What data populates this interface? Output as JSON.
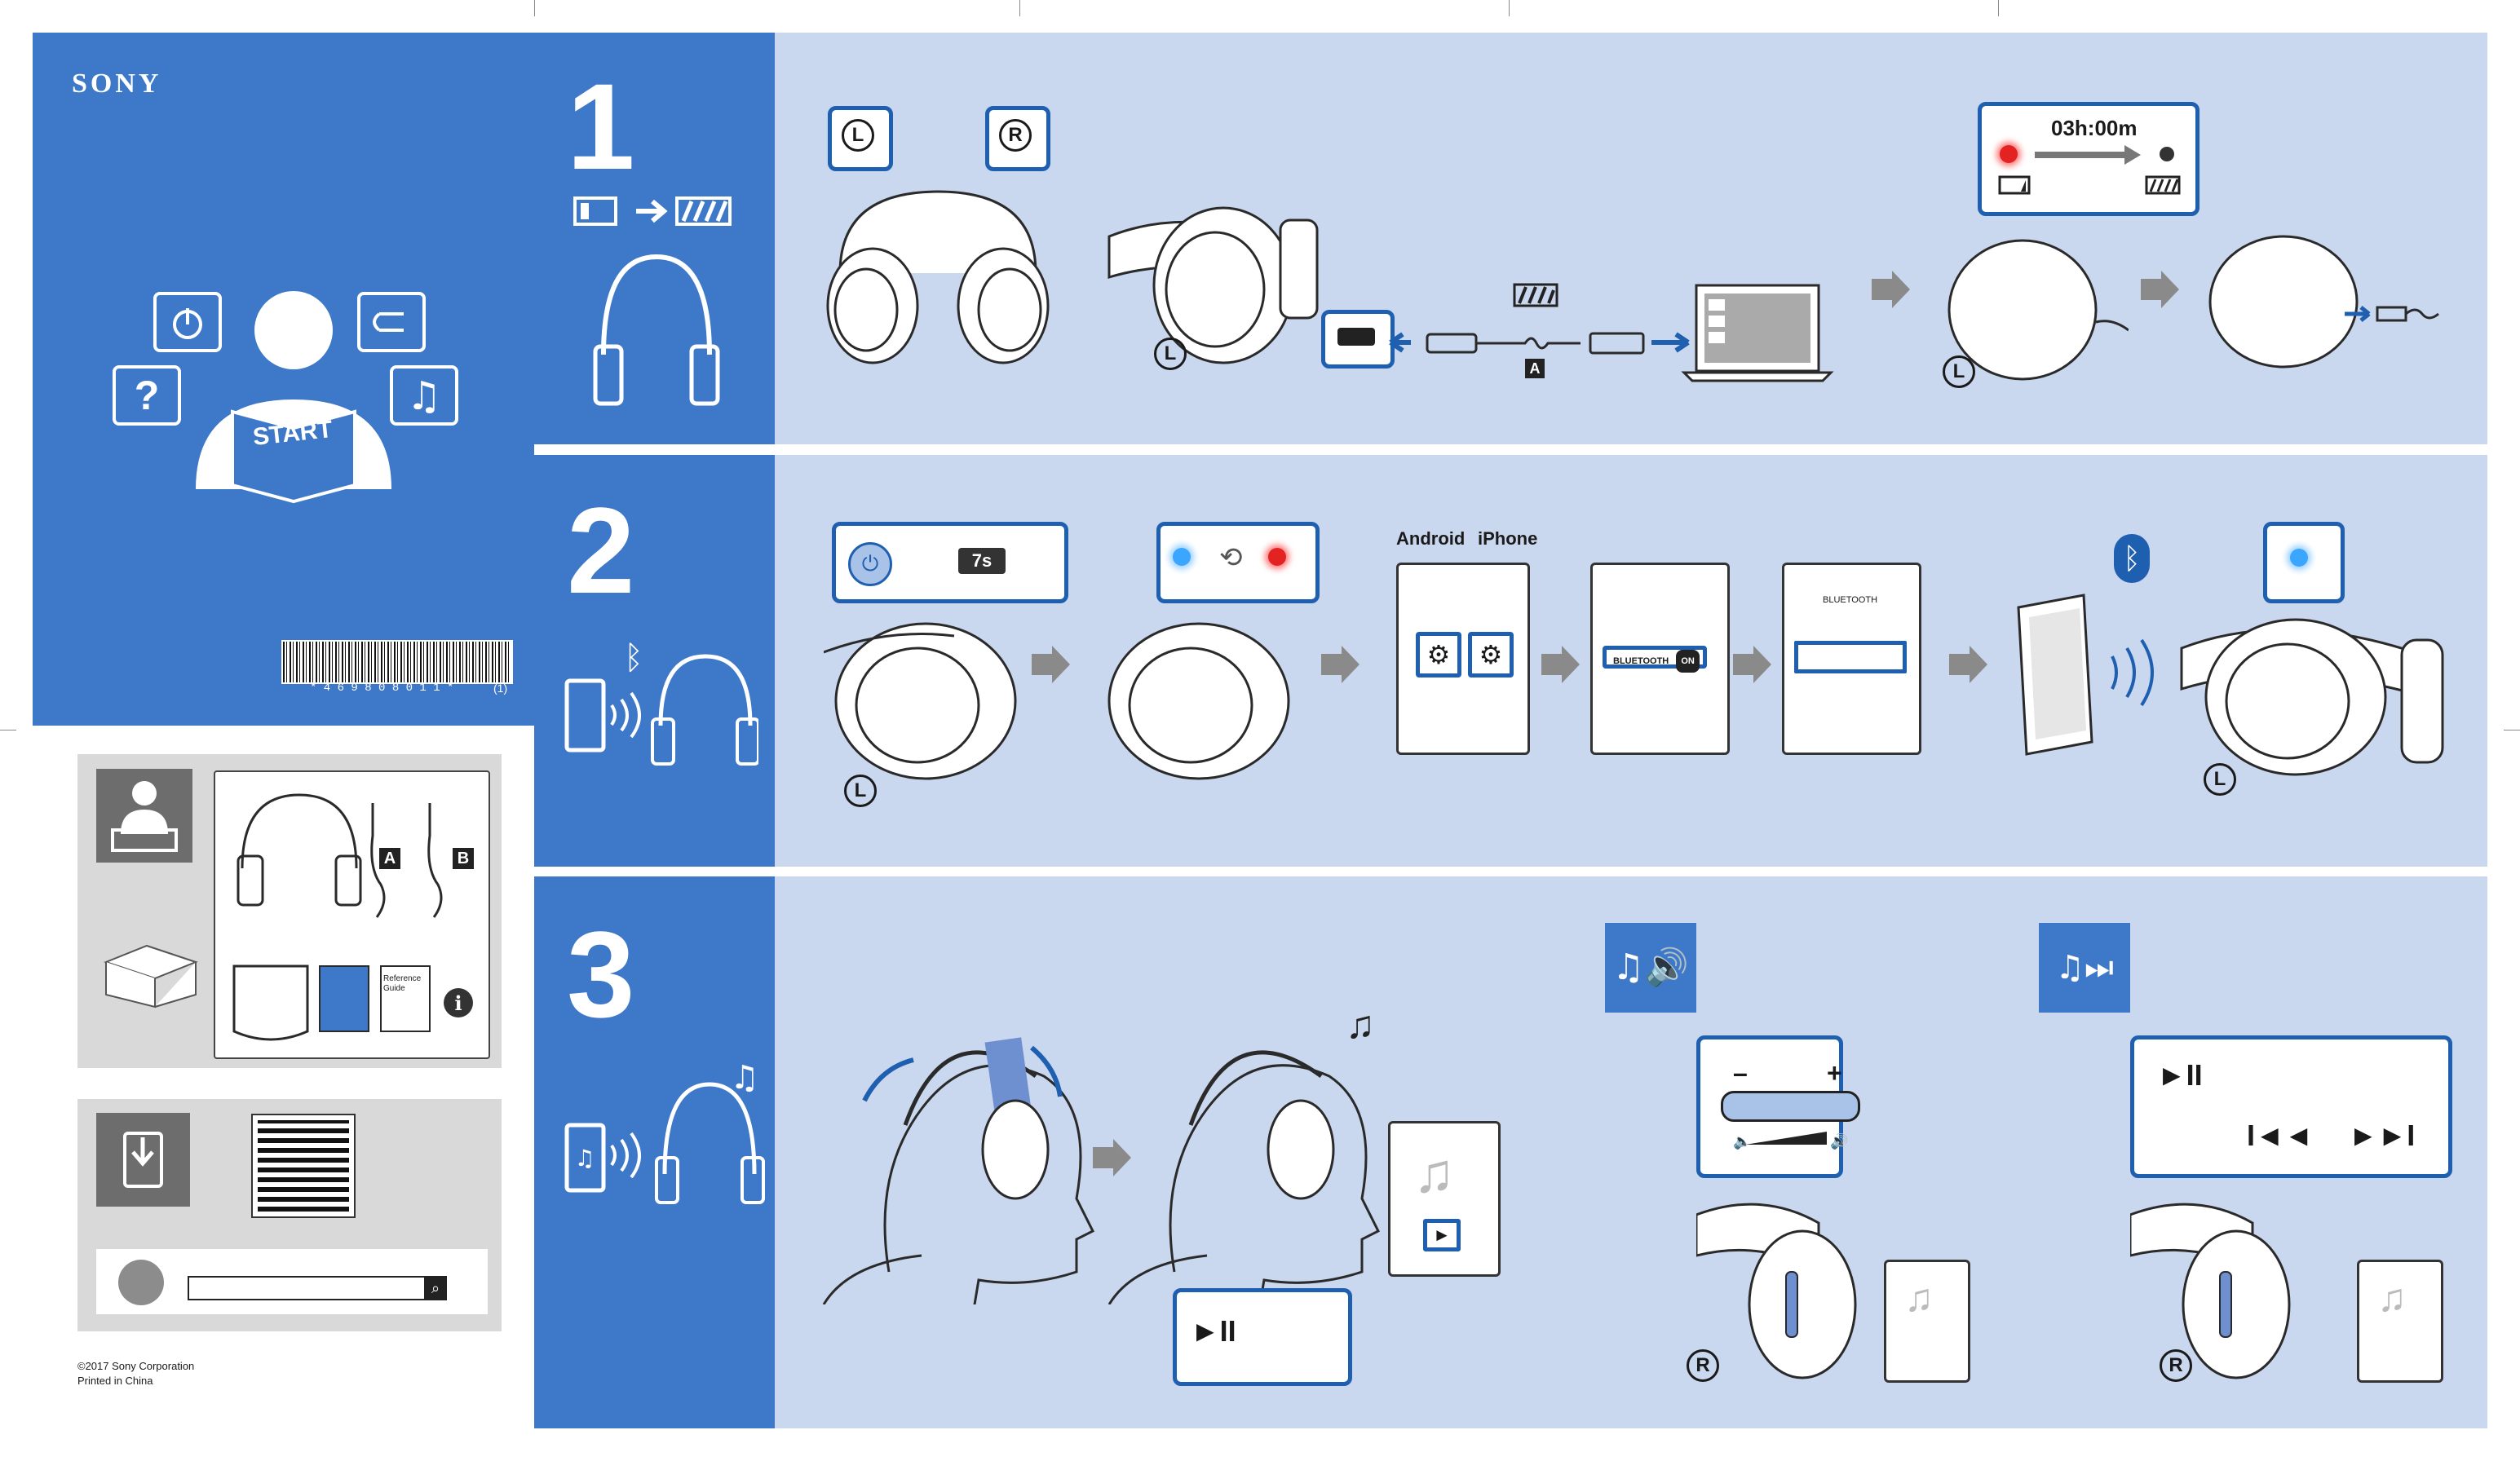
{
  "brand": "SONY",
  "cover": {
    "start_label": "START",
    "barcode_text": "* 4 6 9 8 0 8 0 1 1 *",
    "barcode_suffix": "(1)"
  },
  "package": {
    "cable_a": "A",
    "cable_b": "B",
    "reference_guide": "Reference Guide"
  },
  "footer": {
    "copyright": "©2017 Sony Corporation",
    "printed": "Printed in China"
  },
  "step1": {
    "number": "1",
    "left_label": "L",
    "right_label": "R",
    "cable_label": "A",
    "timer": "03h:00m"
  },
  "step2": {
    "number": "2",
    "hold_time": "7s",
    "android_label": "Android",
    "iphone_label": "iPhone",
    "bluetooth_toggle": "BLUETOOTH",
    "bluetooth_on": "ON",
    "bluetooth_title": "BLUETOOTH",
    "left_label": "L"
  },
  "step3": {
    "number": "3",
    "vol_minus": "–",
    "vol_plus": "+",
    "right_label": "R"
  },
  "colors": {
    "blue": "#3e78c8",
    "light_blue": "#c9d7ef",
    "dark_blue": "#1f5fb0",
    "grey_panel": "#d9d9d9",
    "dark_grey": "#6d6d6d"
  }
}
